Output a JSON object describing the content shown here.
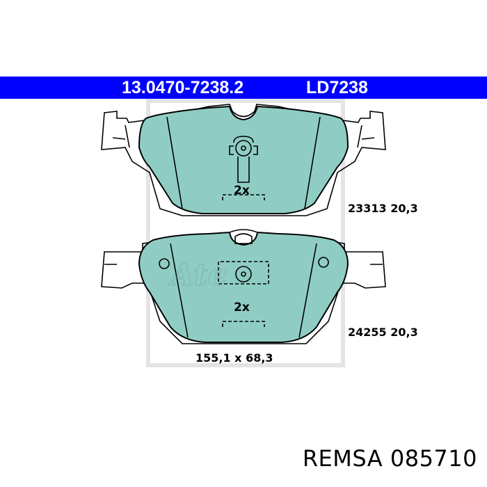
{
  "header": {
    "part_number": "13.0470-7238.2",
    "code": "LD7238",
    "bar_color": "#0000ff"
  },
  "pads": [
    {
      "quantity": "2x",
      "spec": "23313  20,3"
    },
    {
      "quantity": "2x",
      "spec": "24255  20,3"
    }
  ],
  "dimensions": "155,1 x 68,3",
  "footer": {
    "brand_code": "REMSA 085710"
  },
  "colors": {
    "pad_fill": "#8fcdc4",
    "outline": "#000000",
    "backdrop": "#dcdcdc"
  }
}
